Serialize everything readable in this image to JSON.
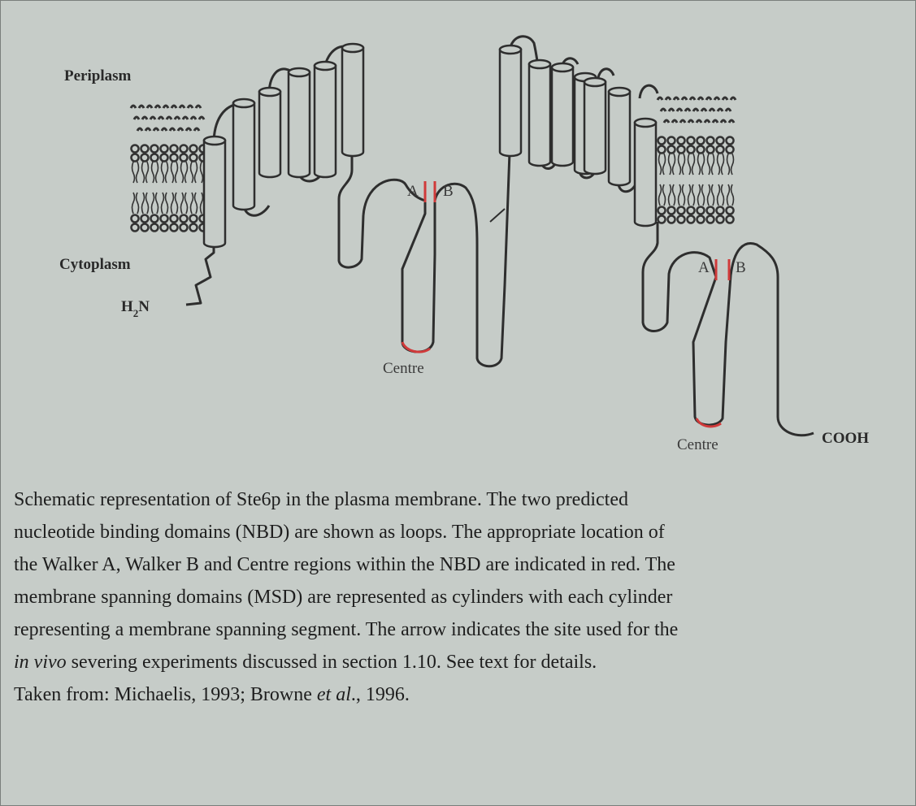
{
  "diagram": {
    "periplasm_label": "Periplasm",
    "cytoplasm_label": "Cytoplasm",
    "n_terminus_label": "H",
    "n_terminus_subscript": "2",
    "n_terminus_suffix": "N",
    "c_terminus_label": "COOH",
    "nbd1": {
      "walker_a": "A",
      "walker_b": "B",
      "centre": "Centre"
    },
    "nbd2": {
      "walker_a": "A",
      "walker_b": "B",
      "centre": "Centre"
    },
    "highlight_color": "#d03a3a",
    "line_color": "#2e2e2e"
  },
  "caption": {
    "line1": "Schematic representation of Ste6p in the plasma membrane. The two predicted",
    "line2": "nucleotide binding domains (NBD) are shown as loops. The appropriate location of",
    "line3": "the Walker A, Walker B and Centre regions within the NBD are indicated in red. The",
    "line4": "membrane spanning domains (MSD) are represented as cylinders with each cylinder",
    "line5": "representing a membrane spanning segment. The arrow indicates the site used for the",
    "line6_italic": "in vivo",
    "line6_rest": " severing experiments discussed in section 1.10. See text for details.",
    "line7_prefix": "Taken from: Michaelis, 1993; Browne ",
    "line7_italic": "et al",
    "line7_suffix": "., 1996."
  }
}
